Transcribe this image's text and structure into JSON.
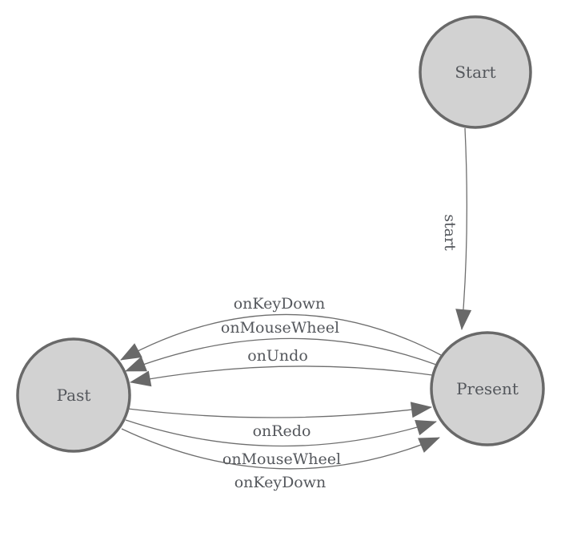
{
  "diagram": {
    "type": "finite-state-machine",
    "nodes": [
      {
        "id": "start",
        "label": "Start"
      },
      {
        "id": "present",
        "label": "Present"
      },
      {
        "id": "past",
        "label": "Past"
      }
    ],
    "edges": [
      {
        "id": "start-to-present",
        "label": "start",
        "from": "Start",
        "to": "Present"
      },
      {
        "id": "present-to-past-onkeydown",
        "label": "onKeyDown",
        "from": "Present",
        "to": "Past"
      },
      {
        "id": "present-to-past-onmousewheel",
        "label": "onMouseWheel",
        "from": "Present",
        "to": "Past"
      },
      {
        "id": "present-to-past-onundo",
        "label": "onUndo",
        "from": "Present",
        "to": "Past"
      },
      {
        "id": "past-to-present-onredo",
        "label": "onRedo",
        "from": "Past",
        "to": "Present"
      },
      {
        "id": "past-to-present-onmousewheel",
        "label": "onMouseWheel",
        "from": "Past",
        "to": "Present"
      },
      {
        "id": "past-to-present-onkeydown",
        "label": "onKeyDown",
        "from": "Past",
        "to": "Present"
      }
    ],
    "colors": {
      "node_fill": "#d2d2d2",
      "node_stroke": "#696969",
      "edge_stroke": "#6e6e6e",
      "arrow_fill": "#696969",
      "label_text": "#54575c",
      "background": "#ffffff"
    }
  }
}
